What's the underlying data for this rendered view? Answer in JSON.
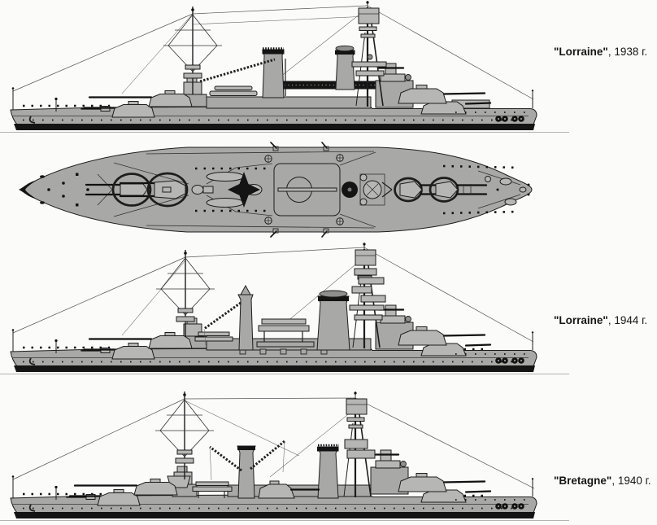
{
  "figure": {
    "type": "warship-line-drawing-plate",
    "background": "#fbfbfa",
    "palette": {
      "hull_gray": "#a8a8a6",
      "light_gray": "#b6b6b4",
      "dark_gray": "#8f8f8d",
      "ink": "#1d1d1d",
      "waterline_black": "#141414"
    }
  },
  "panels": {
    "profile_1938": {
      "label_name": "\"Lorraine\"",
      "label_suffix": ", 1938 г."
    },
    "profile_1944": {
      "label_name": "\"Lorraine\"",
      "label_suffix": ", 1944 г."
    },
    "profile_1940": {
      "label_name": "\"Bretagne\"",
      "label_suffix": ", 1940 г."
    }
  }
}
